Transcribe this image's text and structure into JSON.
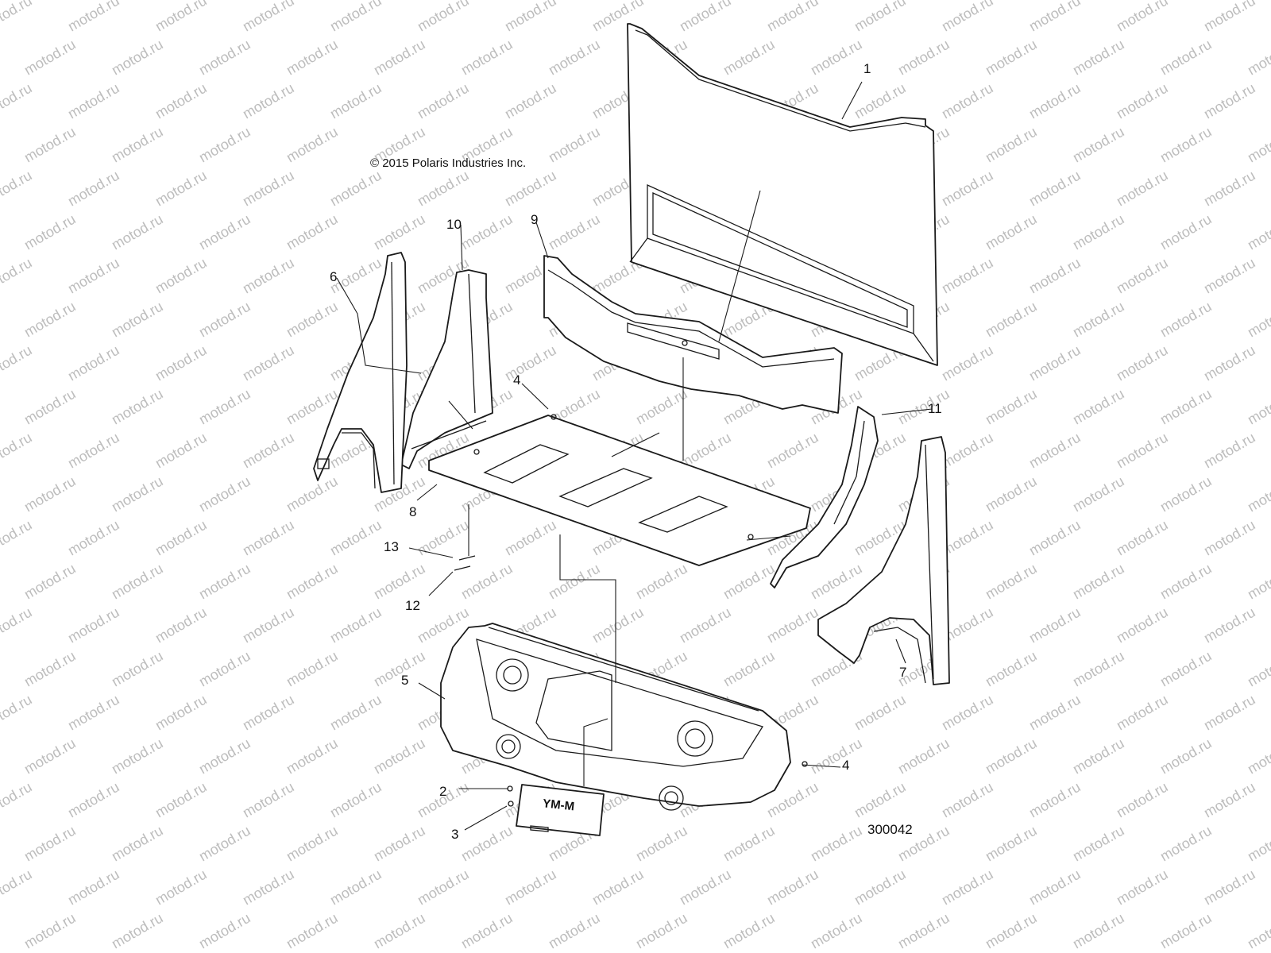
{
  "copyright": "© 2015 Polaris Industries Inc.",
  "diagram_number": "300042",
  "watermark_text": "motod.ru",
  "plate_label": "YM-M",
  "callouts": {
    "c1": "1",
    "c2": "2",
    "c3": "3",
    "c4a": "4",
    "c4b": "4",
    "c5": "5",
    "c6": "6",
    "c7": "7",
    "c8": "8",
    "c9": "9",
    "c10": "10",
    "c11": "11",
    "c12": "12",
    "c13": "13"
  },
  "colors": {
    "line": "#1a1a1a",
    "watermark": "#bdbdbd",
    "background": "#ffffff"
  }
}
